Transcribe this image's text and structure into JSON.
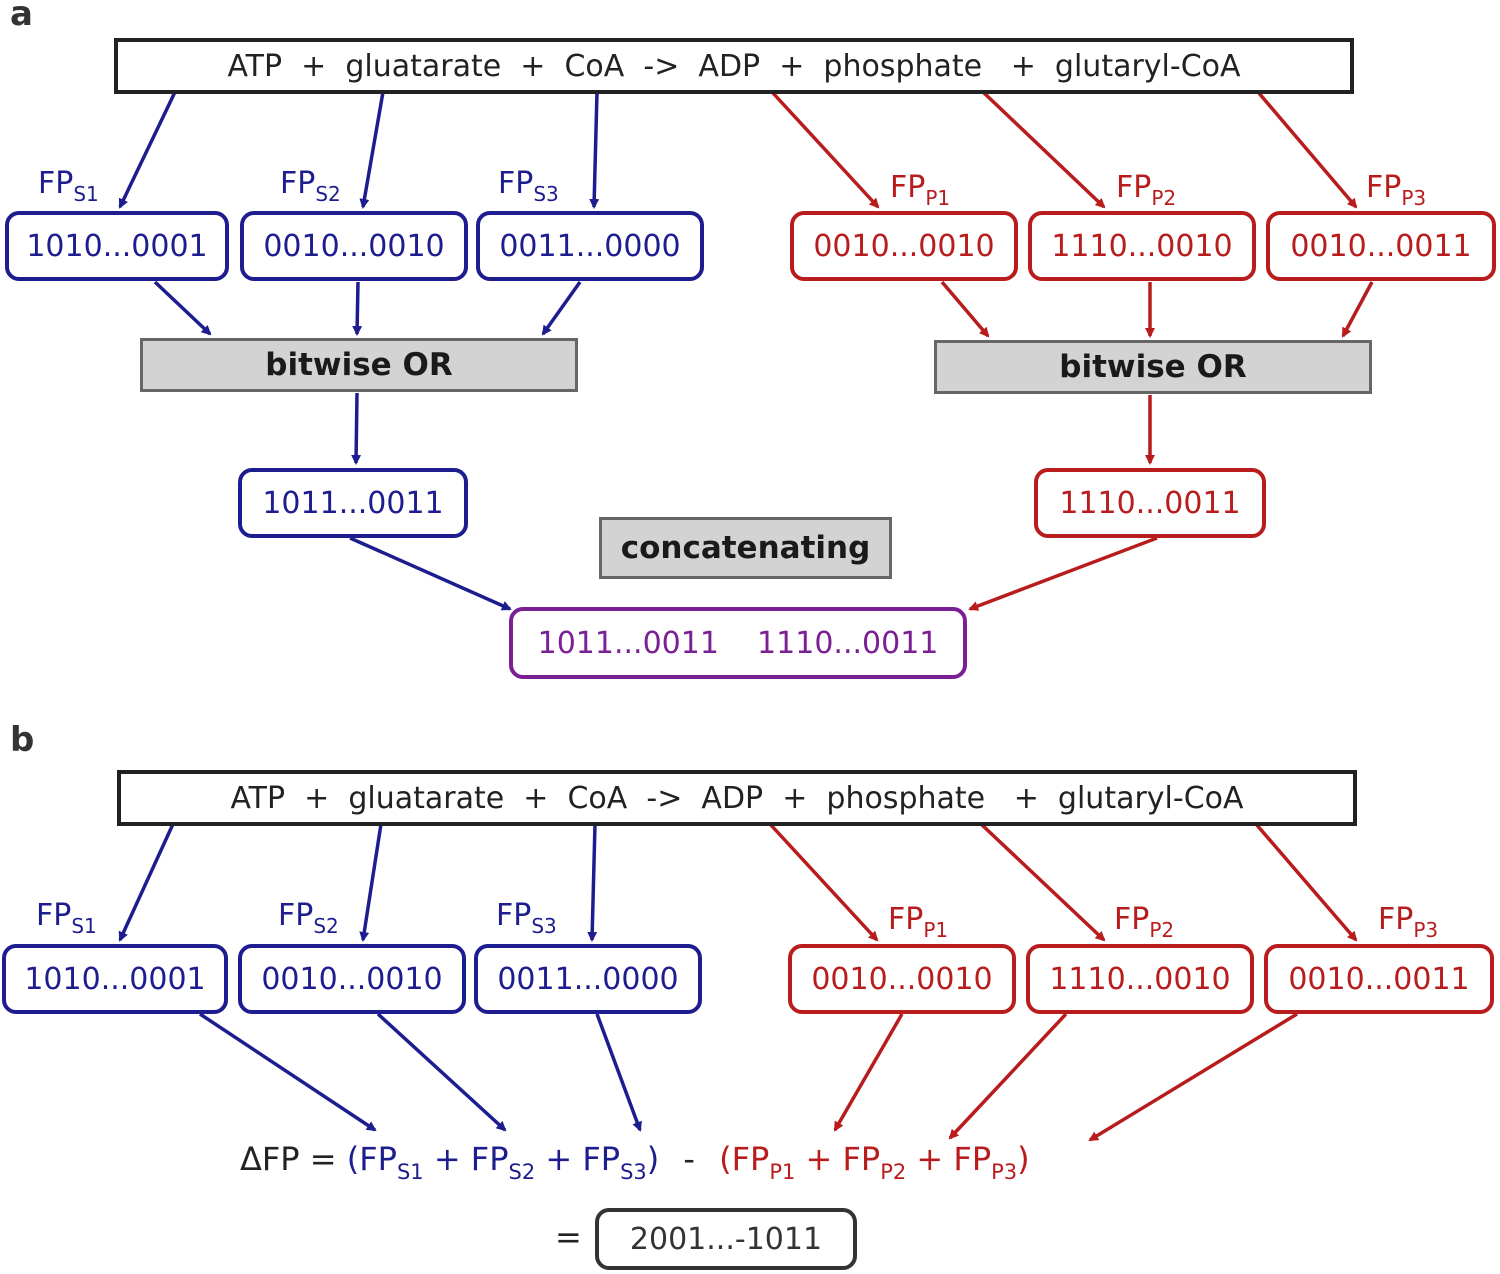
{
  "panel_a": {
    "label": "a",
    "reaction": "ATP  +  gluatarate  +  CoA  ->  ADP  +  phosphate   +  glutaryl-CoA",
    "substrate_labels": [
      {
        "base": "FP",
        "sub": "S1"
      },
      {
        "base": "FP",
        "sub": "S2"
      },
      {
        "base": "FP",
        "sub": "S3"
      }
    ],
    "product_labels": [
      {
        "base": "FP",
        "sub": "P1"
      },
      {
        "base": "FP",
        "sub": "P2"
      },
      {
        "base": "FP",
        "sub": "P3"
      }
    ],
    "substrate_fps": [
      "1010...0001",
      "0010...0010",
      "0011...0000"
    ],
    "product_fps": [
      "0010...0010",
      "1110...0010",
      "0010...0011"
    ],
    "or_left": "bitwise OR",
    "or_right": "bitwise OR",
    "or_result_left": "1011...0011",
    "or_result_right": "1110...0011",
    "concat_label": "concatenating",
    "concat_result": "1011...0011    1110...0011"
  },
  "panel_b": {
    "label": "b",
    "reaction": "ATP  +  gluatarate  +  CoA  ->  ADP  +  phosphate   +  glutaryl-CoA",
    "substrate_labels": [
      {
        "base": "FP",
        "sub": "S1"
      },
      {
        "base": "FP",
        "sub": "S2"
      },
      {
        "base": "FP",
        "sub": "S3"
      }
    ],
    "product_labels": [
      {
        "base": "FP",
        "sub": "P1"
      },
      {
        "base": "FP",
        "sub": "P2"
      },
      {
        "base": "FP",
        "sub": "P3"
      }
    ],
    "substrate_fps": [
      "1010...0001",
      "0010...0010",
      "0011...0000"
    ],
    "product_fps": [
      "0010...0010",
      "1110...0010",
      "0010...0011"
    ],
    "formula": {
      "lhs": "ΔFP =",
      "substrate_open": "(FP",
      "s1": "S1",
      "plus1": " + FP",
      "s2": "S2",
      "plus2": " + FP",
      "s3": "S3",
      "substrate_close": ")",
      "minus": "-",
      "product_open": "(FP",
      "p1": "P1",
      "plus3": " + FP",
      "p2": "P2",
      "plus4": " + FP",
      "p3": "P3",
      "product_close": ")"
    },
    "equals": "=",
    "result": "2001...-1011"
  },
  "colors": {
    "substrate": "#1d1d8f",
    "product": "#b81c1c",
    "concat": "#7a1f94",
    "gray_box": "#d3d3d3"
  }
}
